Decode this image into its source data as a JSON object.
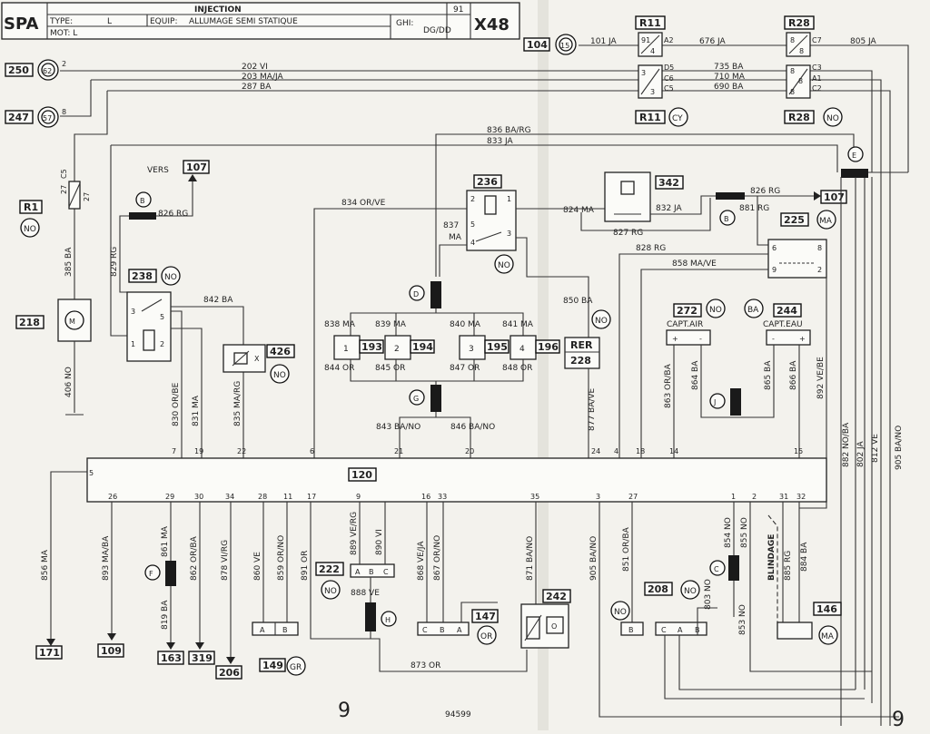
{
  "header": {
    "brand": "SPA",
    "type_label": "TYPE:",
    "type_value": "L",
    "mot_label": "MOT: L",
    "system": "INJECTION",
    "equip_label": "EQUIP:",
    "equip_value": "ALLUMAGE SEMI STATIQUE",
    "ghi_label": "GHI:",
    "ghi_value": "DG/DD",
    "page_small": "91",
    "page_code": "X48"
  },
  "footer": {
    "page_number": "9",
    "doc_number": "94599",
    "page_number_right": "9"
  },
  "components": {
    "c104": "104",
    "c15": "15",
    "c250": "250",
    "c62": "62",
    "c247": "247",
    "c57": "57",
    "c107a": "107",
    "c107b": "107",
    "c236": "236",
    "c342": "342",
    "c225": "225",
    "c238": "238",
    "c218": "218",
    "c426": "426",
    "c193": "193",
    "c194": "194",
    "c195": "195",
    "c196": "196",
    "c228": "228",
    "c272": "272",
    "c244": "244",
    "c120": "120",
    "c222": "222",
    "c242": "242",
    "c147": "147",
    "c208": "208",
    "c146": "146",
    "c171": "171",
    "c109": "109",
    "c163": "163",
    "c319": "319",
    "c206": "206",
    "c149": "149",
    "rer": "RER",
    "r11": "R11",
    "r28": "R28",
    "r1": "R1",
    "r11b": "R11",
    "r28b": "R28",
    "vers": "VERS",
    "capt_air": "CAPT.AIR",
    "capt_eau": "CAPT.EAU",
    "blindage": "BLINDAGE"
  },
  "colors": {
    "no": "NO",
    "cy": "CY",
    "ma": "MA",
    "ba": "BA",
    "or": "OR",
    "gr": "GR"
  },
  "splices": {
    "b": "B",
    "d": "D",
    "e": "E",
    "f": "F",
    "g": "G",
    "h": "H",
    "j": "J",
    "c": "C"
  },
  "wires": {
    "w101": "101 JA",
    "w676": "676 JA",
    "w805": "805 JA",
    "w202": "202 VI",
    "w203": "203 MA/JA",
    "w287": "287 BA",
    "w735": "735 BA",
    "w710": "710 MA",
    "w690": "690 BA",
    "w836": "836 BA/RG",
    "w833": "833 JA",
    "w385": "385 BA",
    "w406": "406 NO",
    "w829": "829 RG",
    "w826a": "826 RG",
    "w834": "834 OR/VE",
    "w824": "824 MA",
    "w832": "832 JA",
    "w827": "827 RG",
    "w826b": "826 RG",
    "w881": "881 RG",
    "w828": "828 RG",
    "w858": "858 MA/VE",
    "w837": "837",
    "w837ma": "MA",
    "w842": "842 BA",
    "w850": "850 BA",
    "w838": "838 MA",
    "w839": "839 MA",
    "w840": "840 MA",
    "w841": "841 MA",
    "w844": "844 OR",
    "w845": "845 OR",
    "w847": "847 OR",
    "w848": "848 OR",
    "w843": "843 BA/NO",
    "w846": "846 BA/NO",
    "w830": "830 OR/BE",
    "w831": "831 MA",
    "w835": "835 MA/RG",
    "w877": "877 BA/VE",
    "w863": "863 OR/BA",
    "w864": "864 BA",
    "w865": "865 BA",
    "w866": "866 BA",
    "w892": "892 VE/BE",
    "w882": "882 NO/BA",
    "w802": "802 JA",
    "w812": "812 VE",
    "w905a": "905 BA/NO",
    "w856": "856 MA",
    "w893": "893 MA/BA",
    "w861": "861 MA",
    "w819": "819 BA",
    "w862": "862 OR/BA",
    "w878": "878 VI/RG",
    "w860": "860 VE",
    "w859": "859 OR/NO",
    "w891": "891 OR",
    "w889": "889 VE/RG",
    "w890": "890 VI",
    "w888": "888 VE",
    "w868": "868 VE/JA",
    "w867": "867 OR/NO",
    "w871": "871 BA/NO",
    "w873": "873 OR",
    "w905b": "905 BA/NO",
    "w851": "851 OR/BA",
    "w854": "854 NO",
    "w855": "855 NO",
    "w803": "803 NO",
    "w853": "853 NO",
    "w885": "885 RG",
    "w884": "884 BA"
  },
  "pins": {
    "p120_7": "7",
    "p120_19": "19",
    "p120_22": "22",
    "p120_6": "6",
    "p120_21": "21",
    "p120_20": "20",
    "p120_24": "24",
    "p120_4": "4",
    "p120_18": "18",
    "p120_14": "14",
    "p120_15": "15",
    "p120_5": "5",
    "p120_26": "26",
    "p120_29": "29",
    "p120_30": "30",
    "p120_34": "34",
    "p120_28": "28",
    "p120_11": "11",
    "p120_17": "17",
    "p120_9": "9",
    "p120_16": "16",
    "p120_33": "33",
    "p120_35": "35",
    "p120_3": "3",
    "p120_27": "27",
    "p120_1": "1",
    "p120_2": "2",
    "p120_31": "31",
    "p120_32": "32",
    "r11_91": "91",
    "r11_4": "4",
    "r11_a2": "A2",
    "r28_8a": "8",
    "r28_8b": "8",
    "r28_c7": "C7",
    "r11_3": "3",
    "r11_3b": "3",
    "r11_d5": "D5",
    "r11_c6": "C6",
    "r11_c5": "C5",
    "r28_8c": "8",
    "r28_8d": "8",
    "r28_8e": "8",
    "r28_c3": "C3",
    "r28_a1": "A1",
    "r28_c2": "C2",
    "c62_2": "2",
    "c57_8": "8",
    "c27": "27",
    "c5": "C5",
    "c27b": "27",
    "r236_2": "2",
    "r236_1": "1",
    "r236_5": "5",
    "r236_4": "4",
    "r236_3": "3",
    "r238_3": "3",
    "r238_1": "1",
    "r238_2": "2",
    "r238_5": "5",
    "r225_6": "6",
    "r225_8": "8",
    "r225_9": "9",
    "r225_2": "2",
    "i193_1": "1",
    "i194_2": "2",
    "i195_3": "3",
    "i196_4": "4",
    "s272_p": "+",
    "s272_m": "-",
    "s244_m": "-",
    "s244_p": "+",
    "k222_a": "A",
    "k222_b": "B",
    "k222_c": "C",
    "k147_c": "C",
    "k147_b": "B",
    "k147_a": "A",
    "k149_a": "A",
    "k149_b": "B",
    "k242_o": "O",
    "k208_b": "B",
    "k208_c": "C",
    "k208_a": "A",
    "k208_b2": "B"
  }
}
